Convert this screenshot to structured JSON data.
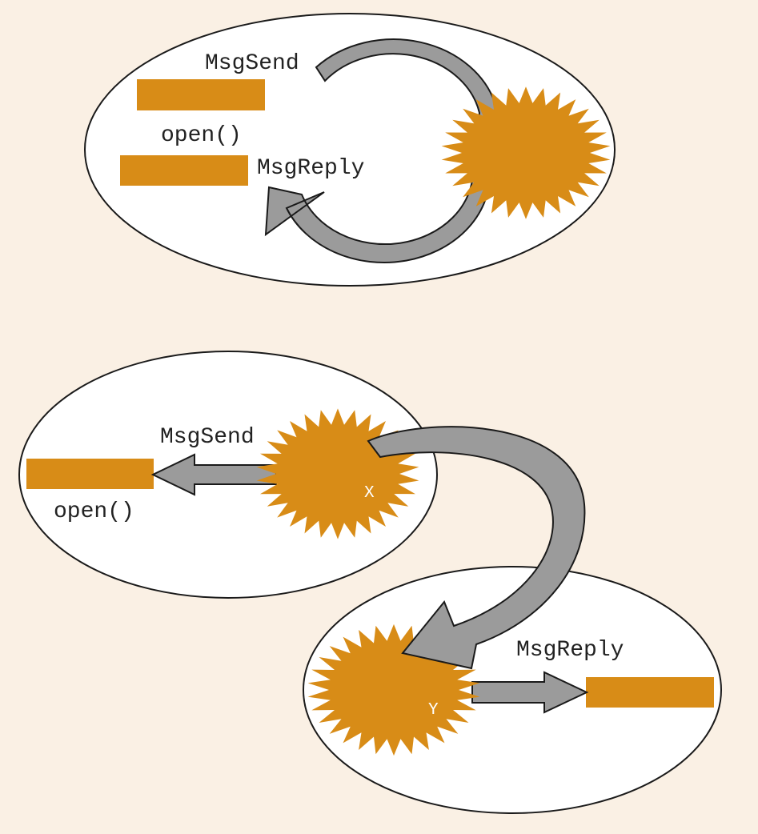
{
  "colors": {
    "background": "#faf0e4",
    "bubble_fill": "#ffffff",
    "outline": "#1a1a1a",
    "thread_orange": "#d88c17",
    "arrow_gray": "#9b9b9b",
    "thread_label": "#ffffff",
    "text": "#222222"
  },
  "top": {
    "send_label": "MsgSend",
    "open_label": "open()",
    "reply_label": "MsgReply"
  },
  "bottom": {
    "client": {
      "send_label": "MsgSend",
      "open_label": "open()",
      "thread_label": "X"
    },
    "server": {
      "reply_label": "MsgReply",
      "thread_label": "Y"
    }
  }
}
